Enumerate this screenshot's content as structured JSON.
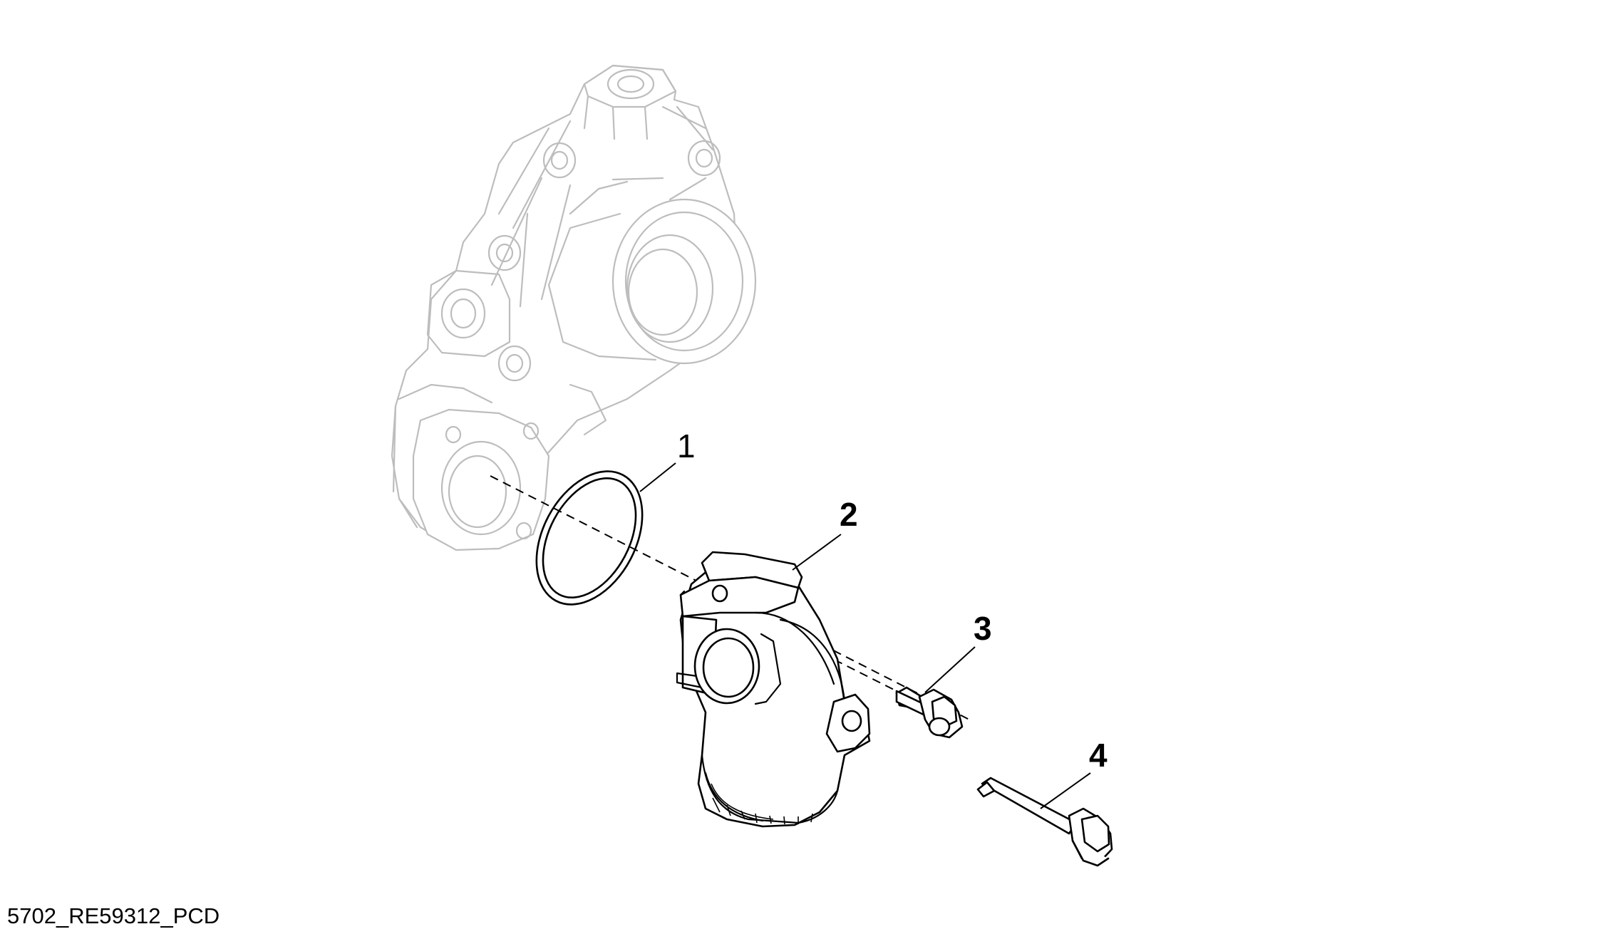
{
  "callouts": [
    "1",
    "2",
    "3",
    "4"
  ],
  "figure_id": "5702_RE59312_PCD"
}
